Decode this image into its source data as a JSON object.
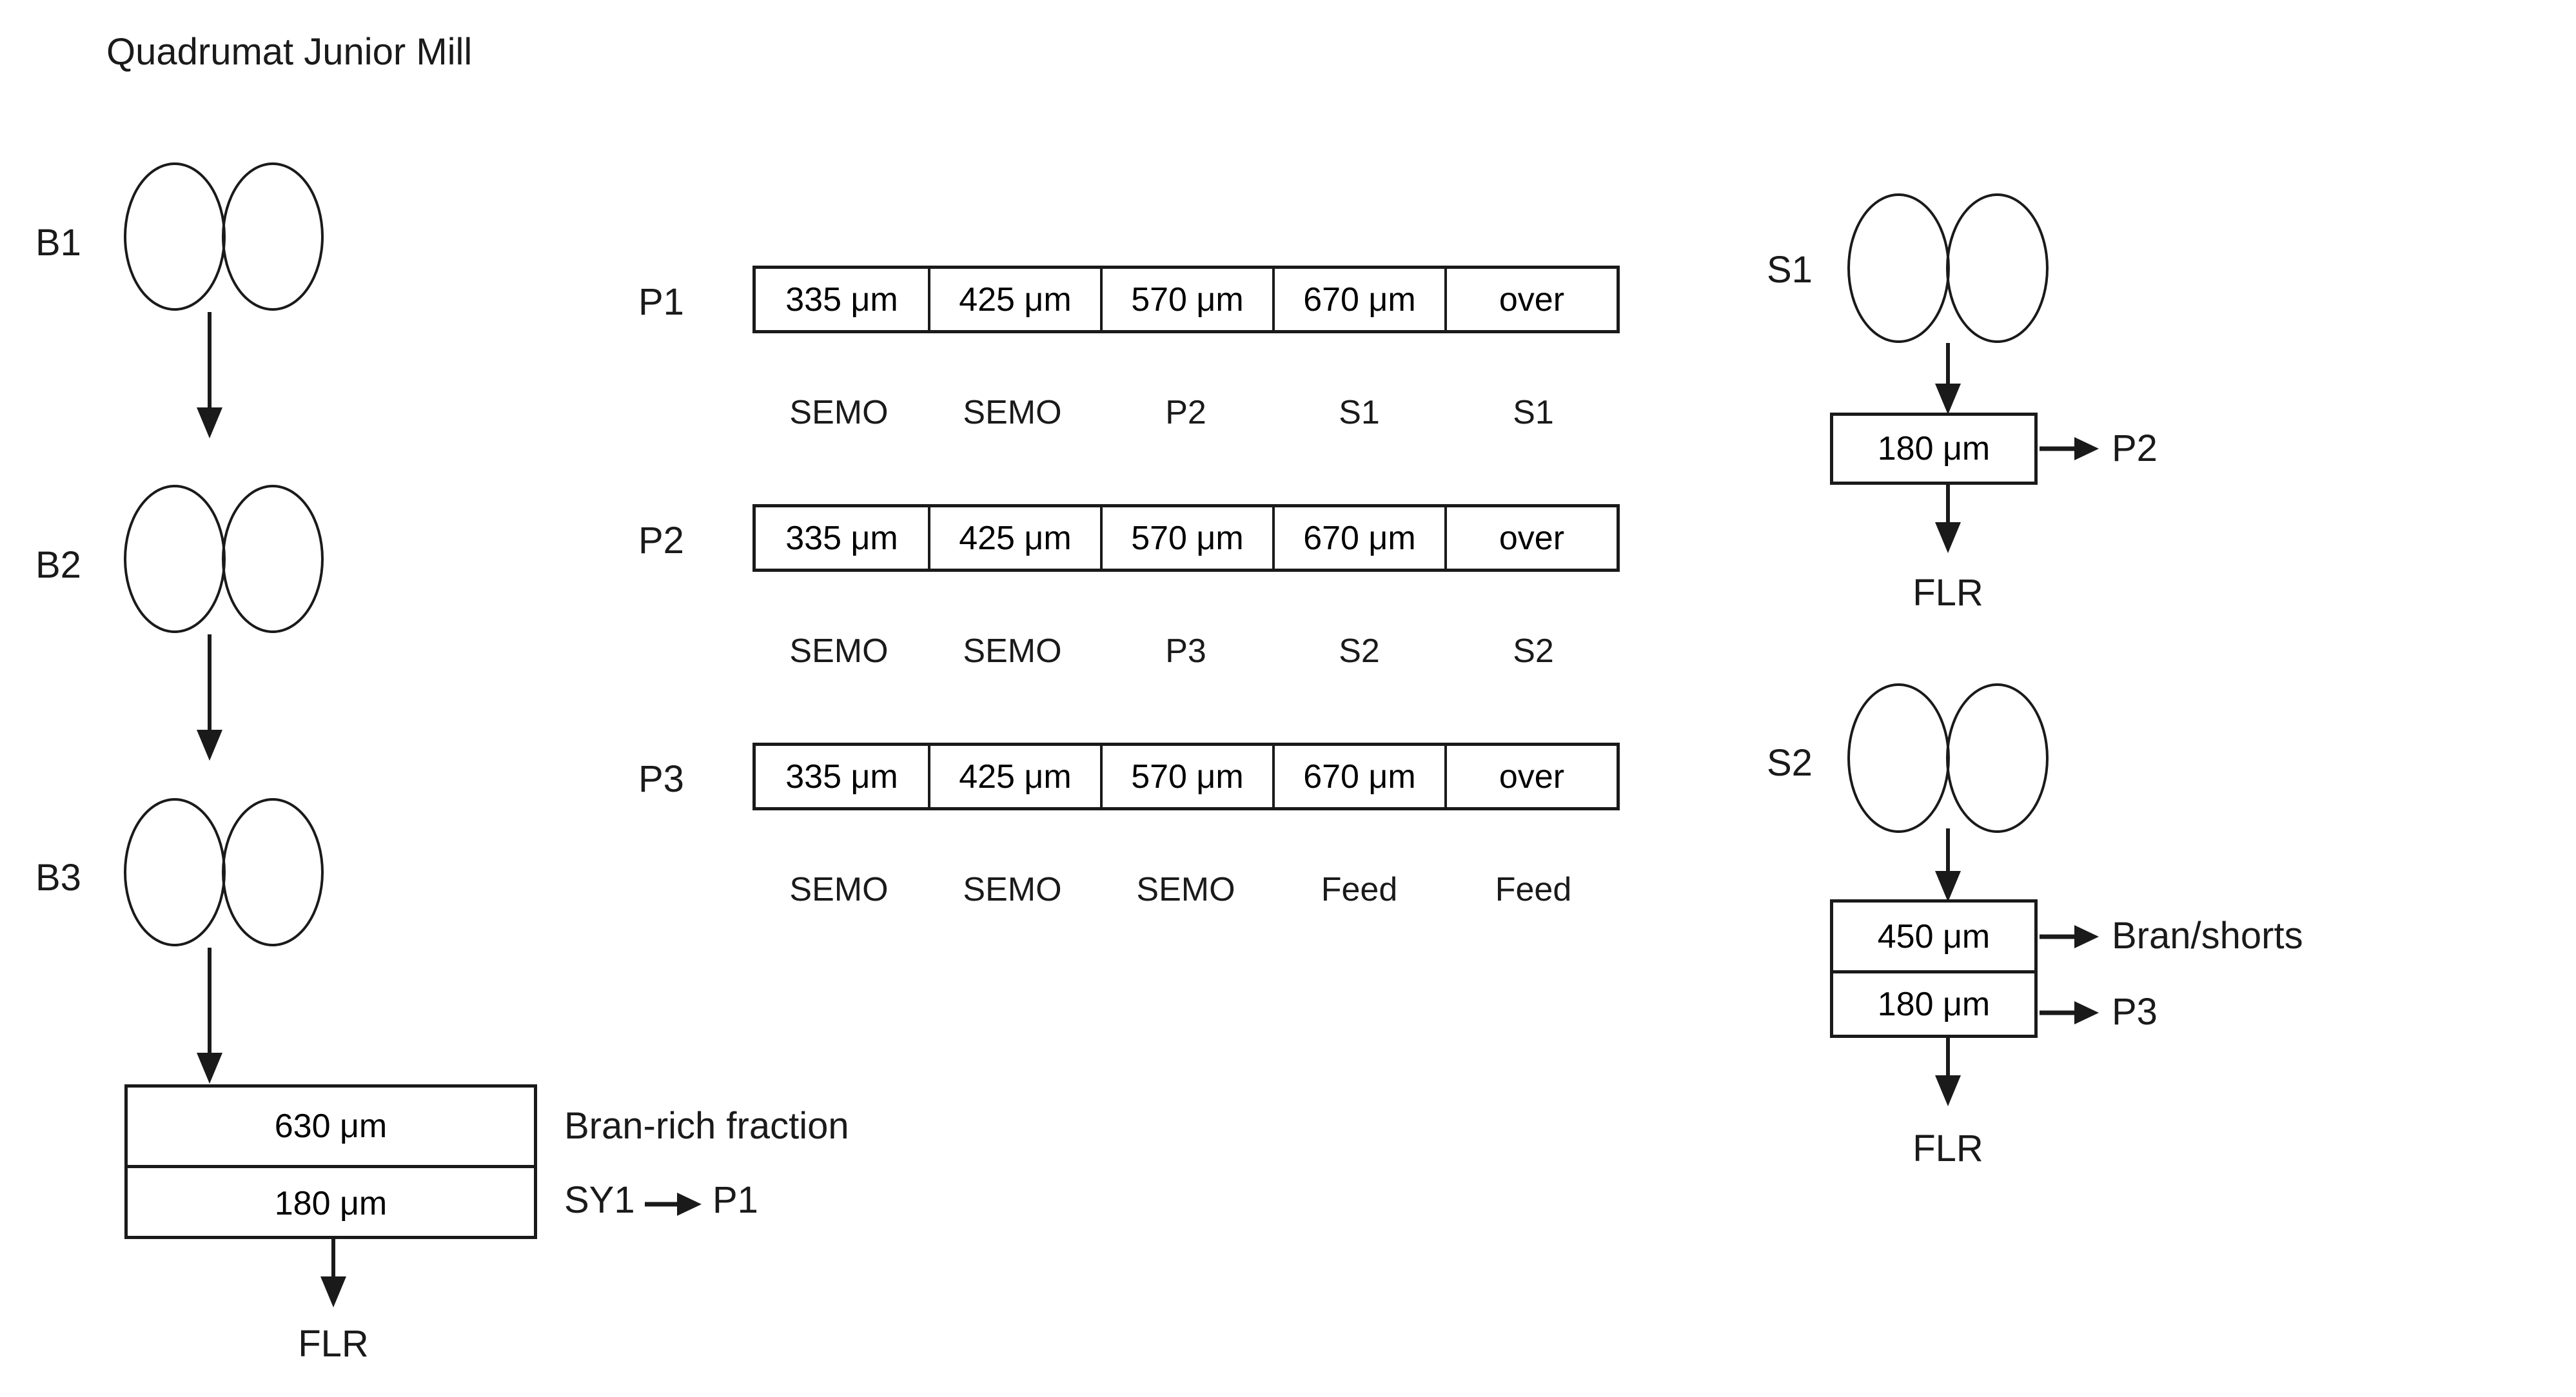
{
  "title": "Quadrumat Junior Mill",
  "break_system": {
    "stages": [
      {
        "label": "B1"
      },
      {
        "label": "B2"
      },
      {
        "label": "B3"
      }
    ],
    "sieve_stack": {
      "rows": [
        {
          "aperture": "630 μm",
          "output": "Bran-rich fraction"
        },
        {
          "aperture": "180 μm",
          "output_from": "SY1",
          "output_arrow": "→",
          "output_to": "P1"
        }
      ],
      "bottom_output": "FLR"
    }
  },
  "purifier_tables": [
    {
      "label": "P1",
      "cells": [
        "335 μm",
        "425 μm",
        "570 μm",
        "670 μm",
        "over"
      ],
      "destinations": [
        "SEMO",
        "SEMO",
        "P2",
        "S1",
        "S1"
      ]
    },
    {
      "label": "P2",
      "cells": [
        "335 μm",
        "425 μm",
        "570 μm",
        "670 μm",
        "over"
      ],
      "destinations": [
        "SEMO",
        "SEMO",
        "P3",
        "S2",
        "S2"
      ]
    },
    {
      "label": "P3",
      "cells": [
        "335 μm",
        "425 μm",
        "570 μm",
        "670 μm",
        "over"
      ],
      "destinations": [
        "SEMO",
        "SEMO",
        "SEMO",
        "Feed",
        "Feed"
      ]
    }
  ],
  "reduction_system": [
    {
      "label": "S1",
      "sieve_rows": [
        {
          "aperture": "180 μm",
          "output": "P2"
        }
      ],
      "bottom_output": "FLR"
    },
    {
      "label": "S2",
      "sieve_rows": [
        {
          "aperture": "450 μm",
          "output": "Bran/shorts"
        },
        {
          "aperture": "180 μm",
          "output": "P3"
        }
      ],
      "bottom_output": "FLR"
    }
  ],
  "colors": {
    "ink": "#1a1a1a",
    "background": "#ffffff"
  }
}
